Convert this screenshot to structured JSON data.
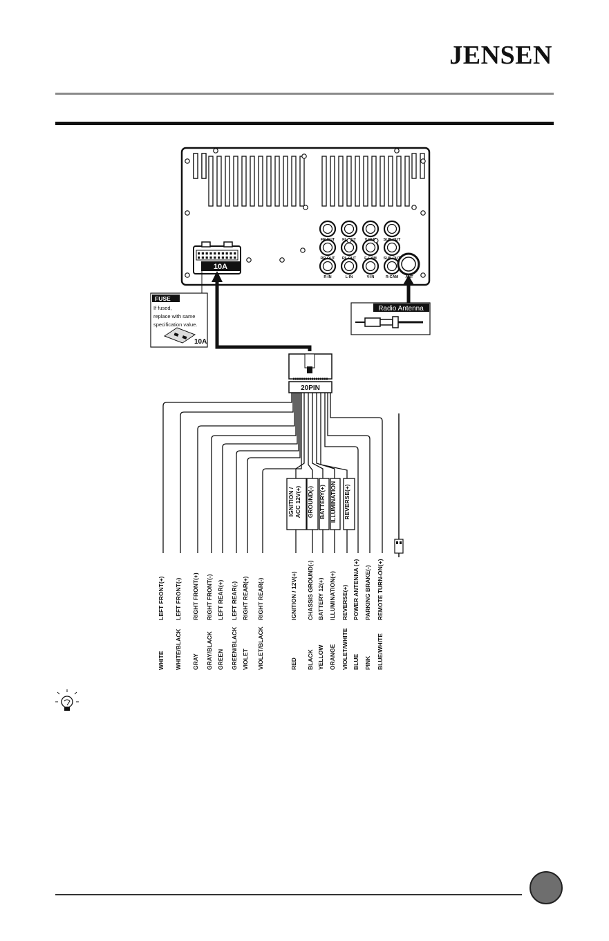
{
  "brand": "JENSEN",
  "unit": {
    "fuse_marking": "10A",
    "antenna_jack_label": "ANT",
    "rca_jacks": [
      {
        "row": 0,
        "col": 0,
        "label": "FR OUT"
      },
      {
        "row": 0,
        "col": 1,
        "label": "FL OUT"
      },
      {
        "row": 0,
        "col": 2,
        "label": "V OUT"
      },
      {
        "row": 0,
        "col": 3,
        "label": "SUB OUT"
      },
      {
        "row": 1,
        "col": 0,
        "label": "RR OUT"
      },
      {
        "row": 1,
        "col": 1,
        "label": "RL OUT"
      },
      {
        "row": 1,
        "col": 2,
        "label": "F-CAM"
      },
      {
        "row": 1,
        "col": 3,
        "label": "SUB OUT"
      },
      {
        "row": 2,
        "col": 0,
        "label": "R-IN"
      },
      {
        "row": 2,
        "col": 1,
        "label": "L-IN"
      },
      {
        "row": 2,
        "col": 2,
        "label": "V-IN"
      },
      {
        "row": 2,
        "col": 3,
        "label": "R-CAM"
      }
    ]
  },
  "fuse_box": {
    "title": "FUSE",
    "lines": [
      "If fused,",
      "replace with same",
      "specification value."
    ],
    "rating": "10A"
  },
  "antenna_box": {
    "title": "Radio Antenna"
  },
  "harness": {
    "label": "20PIN"
  },
  "group_labels": [
    {
      "lines": [
        "IGNITION /",
        "ACC 12V(+)"
      ]
    },
    {
      "lines": [
        "GROUND(-)"
      ]
    },
    {
      "lines": [
        "BATTERY(+)"
      ]
    },
    {
      "lines": [
        "ILLUMINATION"
      ]
    },
    {
      "lines": [
        "REVERSE(+)"
      ]
    }
  ],
  "wires": [
    {
      "color_name": "WHITE",
      "function": "LEFT FRONT(+)"
    },
    {
      "color_name": "WHITE/BLACK",
      "function": "LEFT FRONT(-)"
    },
    {
      "color_name": "GRAY",
      "function": "RIGHT FRONT(+)"
    },
    {
      "color_name": "GRAY/BLACK",
      "function": "RIGHT FRONT(-)"
    },
    {
      "color_name": "GREEN",
      "function": "LEFT REAR(+)"
    },
    {
      "color_name": "GREEN/BLACK",
      "function": "LEFT REAR(-)"
    },
    {
      "color_name": "VIOLET",
      "function": "RIGHT REAR(+)"
    },
    {
      "color_name": "VIOLET/BLACK",
      "function": "RIGHT REAR(-)"
    },
    {
      "color_name": "RED",
      "function": "IGNITION / 12V(+)"
    },
    {
      "color_name": "BLACK",
      "function": "CHASSIS GROUND(-)"
    },
    {
      "color_name": "YELLOW",
      "function": "BATTERY 12(+)"
    },
    {
      "color_name": "ORANGE",
      "function": "ILLUMINATION(+)"
    },
    {
      "color_name": "VIOLET/WHITE",
      "function": "REVERSE(+)"
    },
    {
      "color_name": "BLUE",
      "function": "POWER ANTENNA (+)"
    },
    {
      "color_name": "PINK",
      "function": "PARKING BRAKE(-)"
    },
    {
      "color_name": "BLUE/WHITE",
      "function": "REMOTE TURN-ON(+)"
    }
  ],
  "tip_icon": "lightbulb-tip-icon",
  "colors": {
    "ink": "#111111",
    "rule_gray": "#8a8a8a",
    "badge": "#6e6e6e",
    "fuse_header": "#111111"
  }
}
